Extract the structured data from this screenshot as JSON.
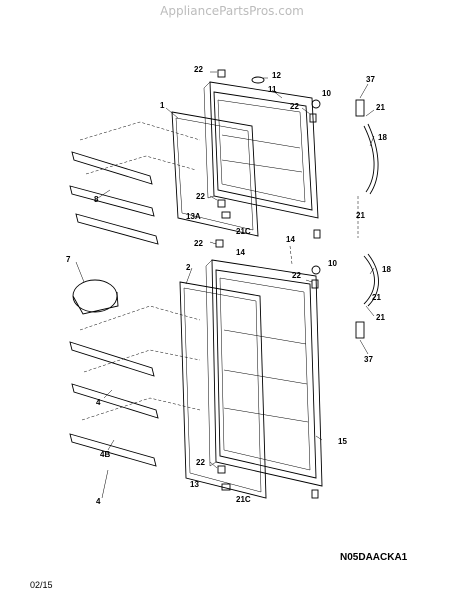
{
  "header": {
    "watermark": "AppliancePartsPros.com"
  },
  "footer": {
    "diagram_code": "N05DAACKA1",
    "date": "02/15"
  },
  "callouts": {
    "c1": "1",
    "c2": "2",
    "c4a": "4",
    "c4b": "4",
    "c4B": "4B",
    "c7": "7",
    "c8": "8",
    "c10a": "10",
    "c10b": "10",
    "c11": "11",
    "c12": "12",
    "c13": "13",
    "c13A": "13A",
    "c14a": "14",
    "c14b": "14",
    "c15": "15",
    "c18a": "18",
    "c18b": "18",
    "c21a": "21",
    "c21b": "21",
    "c21c": "21",
    "c21d": "21",
    "c21Ca": "21C",
    "c21Cb": "21C",
    "c22a": "22",
    "c22b": "22",
    "c22c": "22",
    "c22d": "22",
    "c22e": "22",
    "c22f": "22",
    "c37a": "37",
    "c37b": "37"
  }
}
